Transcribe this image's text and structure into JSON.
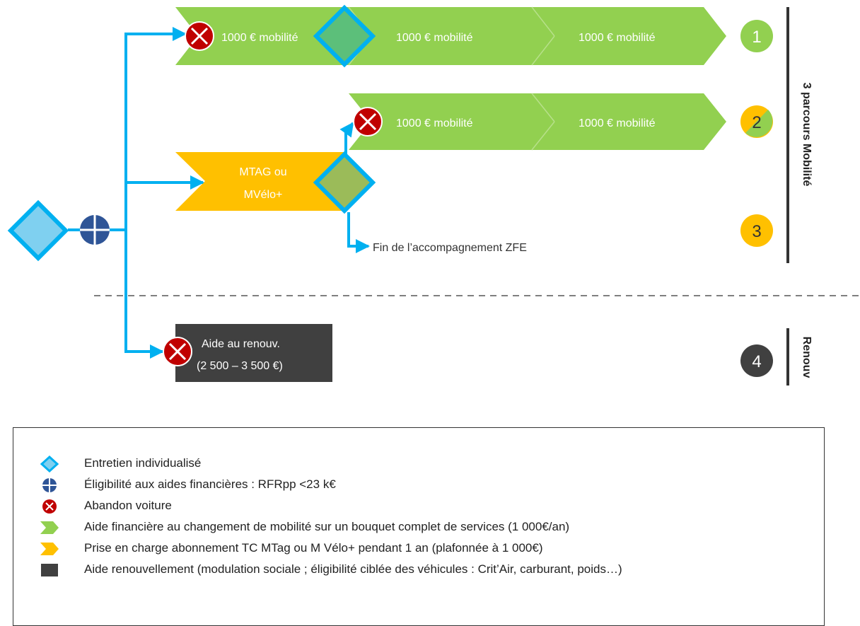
{
  "colors": {
    "green": "#92d050",
    "green_dark": "#5cbf7a",
    "olive": "#9bbb59",
    "yellow": "#ffc000",
    "dark": "#404040",
    "blue_line": "#00b0f0",
    "diamond_fill": "#7fd0f0",
    "navy": "#2f5597",
    "red": "#c00000"
  },
  "paths": {
    "path1": {
      "steps": [
        "1000 € mobilité",
        "1000 € mobilité",
        "1000 € mobilité"
      ],
      "number": "1"
    },
    "path2": {
      "steps": [
        "1000 € mobilité",
        "1000 € mobilité"
      ],
      "number": "2"
    },
    "path3": {
      "box_line1": "MTAG ou",
      "box_line2": "MVélo+",
      "end_label": "Fin de l’accompagnement ZFE",
      "number": "3"
    },
    "path4": {
      "box_line1": "Aide au renouv.",
      "box_line2": "(2 500 – 3 500 €)",
      "number": "4"
    }
  },
  "side_labels": {
    "mobilite": "3 parcours Mobilité",
    "renouv": "Renouv"
  },
  "legend": {
    "items": [
      {
        "icon": "diamond-icon",
        "text": "Entretien individualisé"
      },
      {
        "icon": "crosshair-circle-icon",
        "text": "Éligibilité aux aides financières : RFRpp <23 k€"
      },
      {
        "icon": "x-circle-icon",
        "text": "Abandon voiture"
      },
      {
        "icon": "green-chevron-icon",
        "text": "Aide financière au changement de mobilité sur un bouquet complet de services (1 000€/an)"
      },
      {
        "icon": "yellow-chevron-icon",
        "text": "Prise en charge abonnement TC MTag ou M Vélo+ pendant 1 an (plafonnée à 1 000€)"
      },
      {
        "icon": "dark-square-icon",
        "text": "Aide renouvellement (modulation sociale ; éligibilité ciblée des véhicules : Crit’Air, carburant, poids…)"
      }
    ]
  }
}
